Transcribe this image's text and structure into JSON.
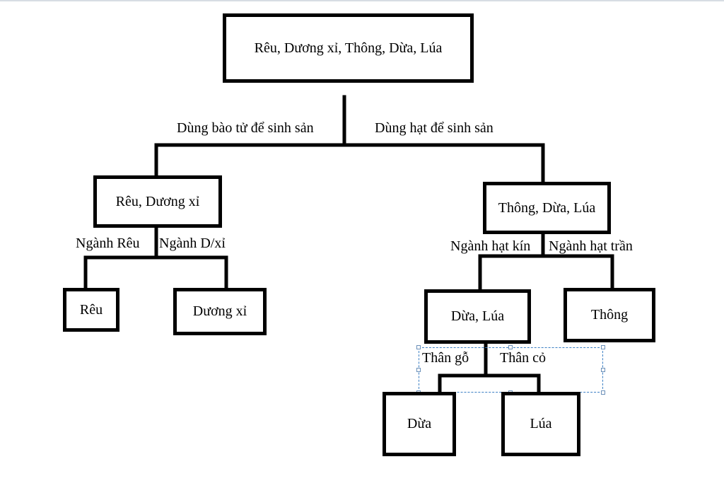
{
  "nodes": {
    "root": "Rêu, Dương xỉ, Thông, Dừa, Lúa",
    "reu_duongxi": "Rêu, Dương xỉ",
    "thong_dua_lua": "Thông, Dừa, Lúa",
    "reu": "Rêu",
    "duongxi": "Dương xỉ",
    "dua_lua": "Dừa, Lúa",
    "thong": "Thông",
    "dua": "Dừa",
    "lua": "Lúa"
  },
  "edges": {
    "bao_tu": "Dùng bào tử để sinh sản",
    "hat": "Dùng hạt để sinh sản",
    "nganh_reu": "Ngành Rêu",
    "nganh_dxi": "Ngành D/xỉ",
    "hat_kin": "Ngành hạt kín",
    "hat_tran": "Ngành hạt trần",
    "than_go": "Thân gỗ",
    "than_co": "Thân cỏ"
  },
  "colors": {
    "line": "#000000",
    "selection": "#3b7fc4"
  }
}
